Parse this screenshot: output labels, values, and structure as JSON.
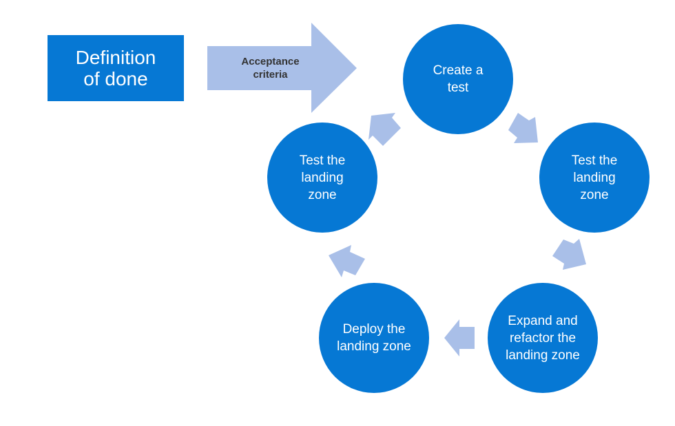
{
  "colors": {
    "primary": "#0678d4",
    "arrow": "#a9bfe8"
  },
  "definition_box": {
    "label": "Definition\nof done"
  },
  "acceptance_arrow": {
    "label": "Acceptance\ncriteria"
  },
  "cycle": {
    "nodes": [
      {
        "id": "create-test",
        "label": "Create a test"
      },
      {
        "id": "test-landing-zone-right",
        "label": "Test the landing zone"
      },
      {
        "id": "expand-refactor",
        "label": "Expand and refactor the landing zone"
      },
      {
        "id": "deploy-landing-zone",
        "label": "Deploy the landing zone"
      },
      {
        "id": "test-landing-zone-left",
        "label": "Test the landing zone"
      }
    ]
  }
}
